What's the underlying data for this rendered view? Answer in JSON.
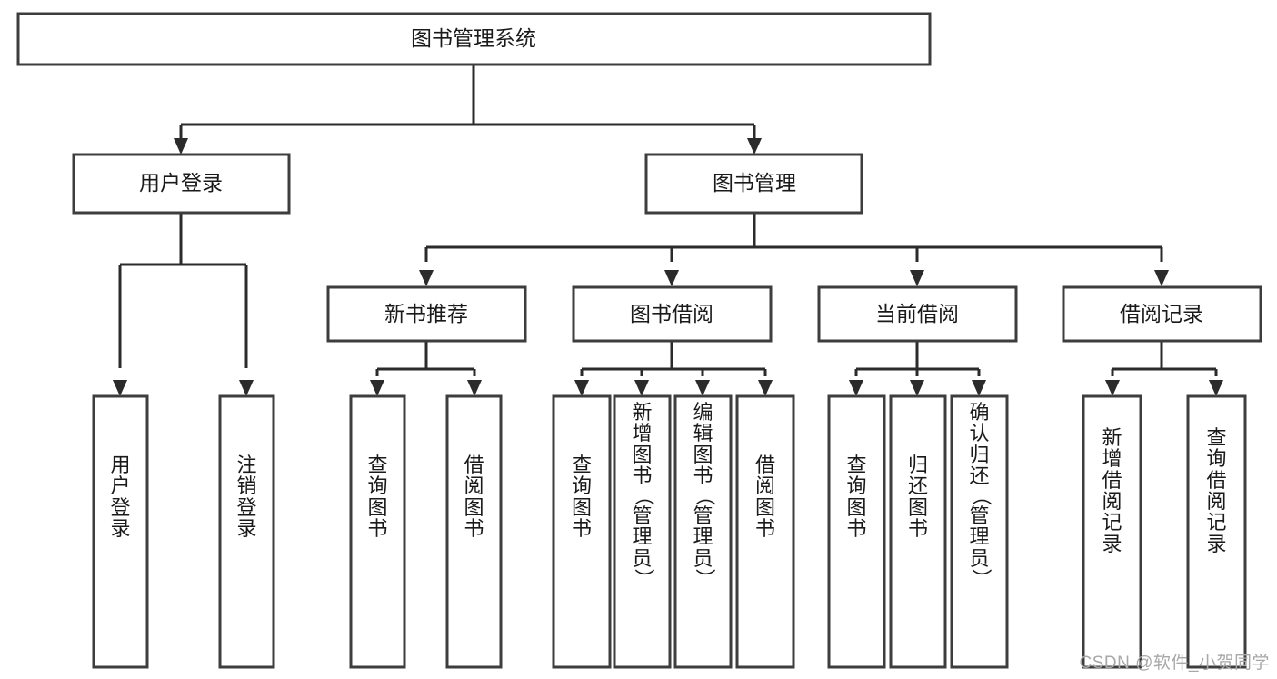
{
  "diagram": {
    "title": "图书管理系统",
    "type": "hierarchy-tree",
    "orientation": "top-down",
    "levels": 4,
    "root": {
      "id": "root",
      "label": "图书管理系统",
      "orient": "horizontal"
    },
    "level2": [
      {
        "id": "user-login",
        "label": "用户登录",
        "orient": "horizontal"
      },
      {
        "id": "book-manage",
        "label": "图书管理",
        "orient": "horizontal"
      }
    ],
    "level3": [
      {
        "id": "new-book-rec",
        "label": "新书推荐",
        "orient": "horizontal",
        "parent": "book-manage"
      },
      {
        "id": "book-borrow",
        "label": "图书借阅",
        "orient": "horizontal",
        "parent": "book-manage"
      },
      {
        "id": "current-borrow",
        "label": "当前借阅",
        "orient": "horizontal",
        "parent": "book-manage"
      },
      {
        "id": "borrow-record",
        "label": "借阅记录",
        "orient": "horizontal",
        "parent": "book-manage"
      }
    ],
    "leaves": [
      {
        "id": "leaf-user-login",
        "label": "用户登录",
        "parent": "user-login",
        "orient": "vertical"
      },
      {
        "id": "leaf-logout-login",
        "label": "注销登录",
        "parent": "user-login",
        "orient": "vertical"
      },
      {
        "id": "leaf-query-book-1",
        "label": "查询图书",
        "parent": "new-book-rec",
        "orient": "vertical"
      },
      {
        "id": "leaf-borrow-book-1",
        "label": "借阅图书",
        "parent": "new-book-rec",
        "orient": "vertical"
      },
      {
        "id": "leaf-query-book-2",
        "label": "查询图书",
        "parent": "book-borrow",
        "orient": "vertical"
      },
      {
        "id": "leaf-add-book",
        "label": "新增图书（管理员）",
        "parent": "book-borrow",
        "orient": "vertical"
      },
      {
        "id": "leaf-edit-book",
        "label": "编辑图书（管理员）",
        "parent": "book-borrow",
        "orient": "vertical"
      },
      {
        "id": "leaf-borrow-book-2",
        "label": "借阅图书",
        "parent": "book-borrow",
        "orient": "vertical"
      },
      {
        "id": "leaf-query-book-3",
        "label": "查询图书",
        "parent": "current-borrow",
        "orient": "vertical"
      },
      {
        "id": "leaf-return-book",
        "label": "归还图书",
        "parent": "current-borrow",
        "orient": "vertical"
      },
      {
        "id": "leaf-confirm-return",
        "label": "确认归还（管理员）",
        "parent": "current-borrow",
        "orient": "vertical"
      },
      {
        "id": "leaf-add-record",
        "label": "新增借阅记录",
        "parent": "borrow-record",
        "orient": "vertical"
      },
      {
        "id": "leaf-query-record",
        "label": "查询借阅记录",
        "parent": "borrow-record",
        "orient": "vertical"
      }
    ],
    "colors": {
      "box_stroke": "#3d3d3d",
      "box_fill": "#ffffff",
      "connector": "#2b2b2b",
      "text": "#1a1a1a",
      "watermark": "#a8a8a8",
      "background": "#ffffff"
    }
  },
  "watermark": {
    "text": "CSDN @软件_小贺同学"
  }
}
